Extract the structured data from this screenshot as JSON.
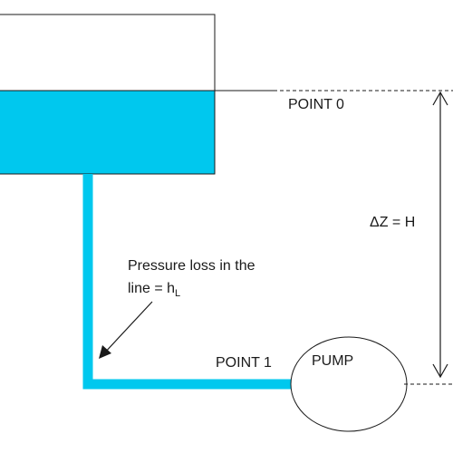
{
  "colors": {
    "water": "#00c8ee",
    "outline": "#1a1a1a",
    "background": "#ffffff"
  },
  "labels": {
    "point_0": "POINT 0",
    "point_1": "POINT 1",
    "pump": "PUMP",
    "delta_z": "ΔZ = H",
    "pressure_loss_line1": "Pressure loss in the",
    "pressure_loss_line2_main": "line = h",
    "pressure_loss_line2_sub": "L"
  }
}
